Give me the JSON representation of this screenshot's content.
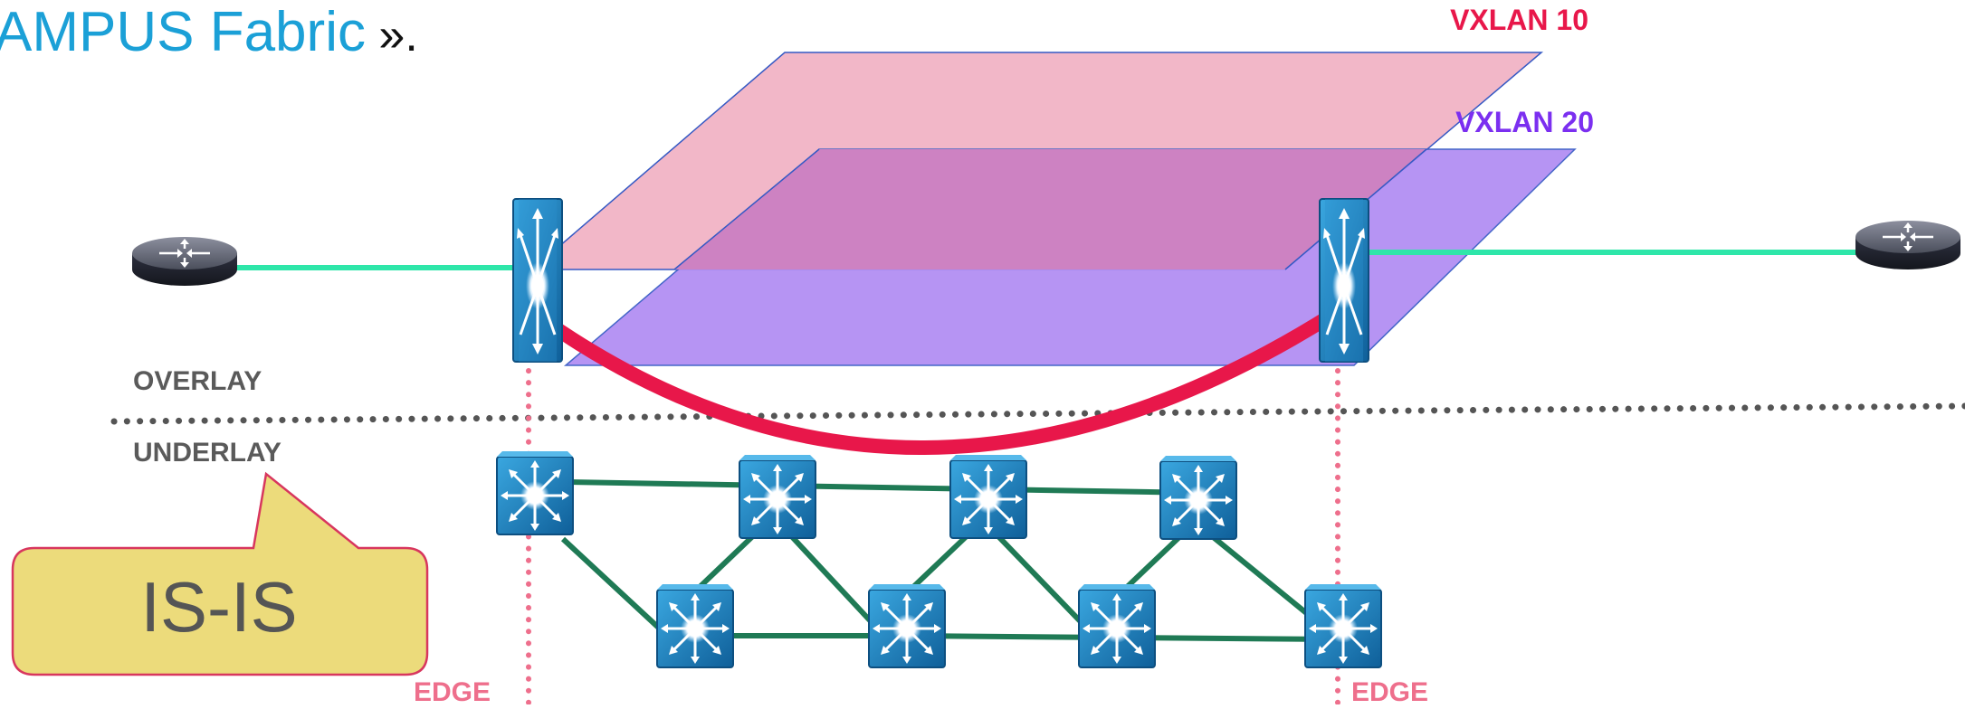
{
  "header": {
    "title_text": "AMPUS Fabric",
    "title_suffix": " ».",
    "title_color": "#1ba0d7"
  },
  "overlay_networks": [
    {
      "label": "VXLAN 10",
      "color": "#e8174a",
      "fill": "#f2b7c8"
    },
    {
      "label": "VXLAN 20",
      "color": "#7b2ff0",
      "fill": "#b08cf3"
    }
  ],
  "layers": {
    "overlay": "OVERLAY",
    "underlay": "UNDERLAY"
  },
  "edges": {
    "left": "EDGE",
    "right": "EDGE",
    "color": "#ee6f8c"
  },
  "callout": {
    "text": "IS-IS",
    "fill": "#ecdb7b",
    "border": "#d8365e"
  },
  "colors": {
    "tunnel": "#e8174a",
    "external_link": "#2ee6a9",
    "underlay_link": "#1f7a55",
    "switch": "#1b7fbf"
  },
  "icons": {
    "router": "router-icon",
    "edge_switch": "edge-switch-icon",
    "fabric_switch": "fabric-switch-icon"
  }
}
